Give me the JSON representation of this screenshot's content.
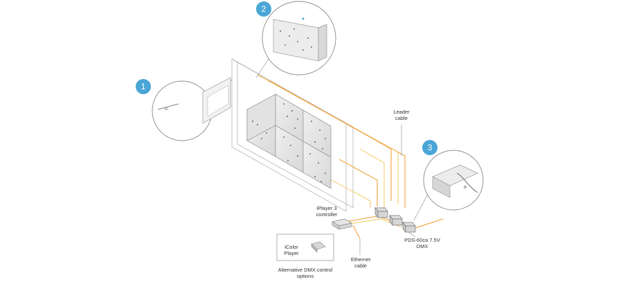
{
  "callouts": [
    "1",
    "2",
    "3"
  ],
  "labels": {
    "leader_cable_1": "Leader",
    "leader_cable_2": "cable",
    "iplayer_1": "iPlayer 3",
    "iplayer_2": "controller",
    "pds_1": "PDS-60ca 7.5V",
    "pds_2": "DMX",
    "ethernet_1": "Ethernet",
    "ethernet_2": "cable",
    "icolor_1": "iColor",
    "icolor_2": "Player",
    "alt_1": "Alternative DMX control",
    "alt_2": "options"
  },
  "colors": {
    "badge": "#4aa6d6",
    "cable_orange": "#f2a74a",
    "cable_yellow": "#f5d27a",
    "panel_fill": "#e6e6e6",
    "panel_stroke": "#9a9a9a"
  }
}
